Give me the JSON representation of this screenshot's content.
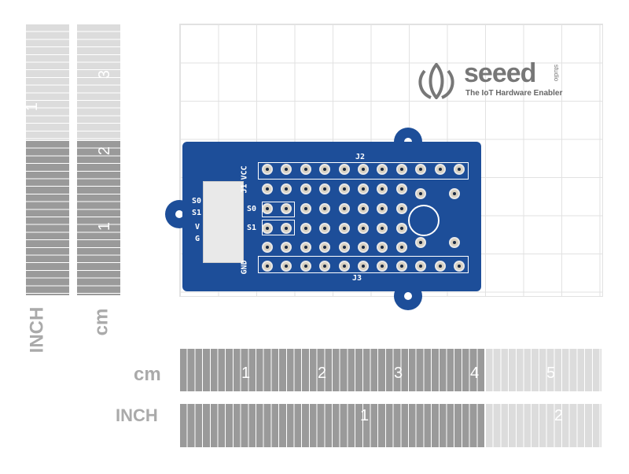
{
  "logo": {
    "brand": "seeed",
    "sub": "studio",
    "tagline": "The IoT Hardware Enabler"
  },
  "board": {
    "labels": {
      "j1": "J1",
      "j2": "J2",
      "j3": "J3",
      "vcc": "VCC",
      "gnd": "GND",
      "s0": "S0",
      "s1": "S1",
      "conn_s0": "S0",
      "conn_s1": "S1",
      "conn_v": "V",
      "conn_g": "G"
    }
  },
  "rulers": {
    "left_inch": {
      "unit": "INCH",
      "labels": [
        "1"
      ]
    },
    "left_cm": {
      "unit": "cm",
      "labels": [
        "3",
        "2",
        "1"
      ]
    },
    "bottom_cm": {
      "unit": "cm",
      "labels": [
        "1",
        "2",
        "3",
        "4",
        "5"
      ]
    },
    "bottom_inch": {
      "unit": "INCH",
      "labels": [
        "1",
        "2"
      ]
    }
  },
  "colors": {
    "board": "#1d4e99",
    "ruler_dark": "#9a9a9a",
    "ruler_light": "#dcdcdc"
  }
}
